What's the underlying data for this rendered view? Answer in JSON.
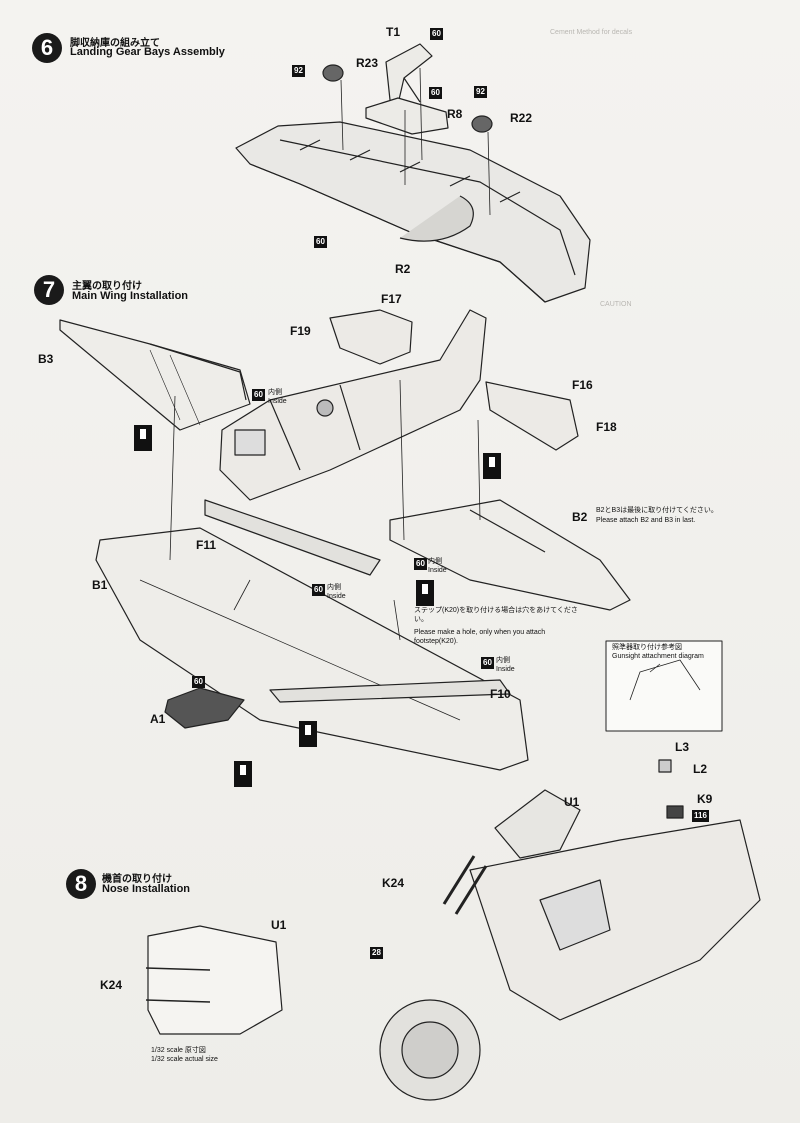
{
  "steps": [
    {
      "number": "6",
      "title_jp": "脚収納庫の組み立て",
      "title_en": "Landing Gear Bays Assembly"
    },
    {
      "number": "7",
      "title_jp": "主翼の取り付け",
      "title_en": "Main Wing Installation"
    },
    {
      "number": "8",
      "title_jp": "機首の取り付け",
      "title_en": "Nose Installation"
    }
  ],
  "parts": {
    "t1": "T1",
    "r23": "R23",
    "r8": "R8",
    "r22": "R22",
    "r2": "R2",
    "f17": "F17",
    "f19": "F19",
    "b3": "B3",
    "f16": "F16",
    "f18": "F18",
    "b2": "B2",
    "f11": "F11",
    "b1": "B1",
    "f10": "F10",
    "a1": "A1",
    "u1": "U1",
    "l3": "L3",
    "l2": "L2",
    "k9": "K9",
    "k24": "K24"
  },
  "codes": {
    "c60": "60",
    "c92": "92",
    "c116": "116",
    "c28": "28"
  },
  "notes": {
    "inside_jp": "内側",
    "inside_en": "Inside",
    "attach_last_jp": "B2とB3は最後に取り付けてください。",
    "attach_last_en": "Please attach B2 and B3 in last.",
    "footstep_jp": "ステップ(K20)を取り付ける場合は穴をあけてください。",
    "footstep_en": "Please make a hole, only when you attach footstep(K20).",
    "gunsight_jp": "照準器取り付け参考図",
    "gunsight_en": "Gunsight attachment diagram",
    "scale_jp": "1/32 scale 原寸図",
    "scale_en": "1/32 scale actual size"
  }
}
